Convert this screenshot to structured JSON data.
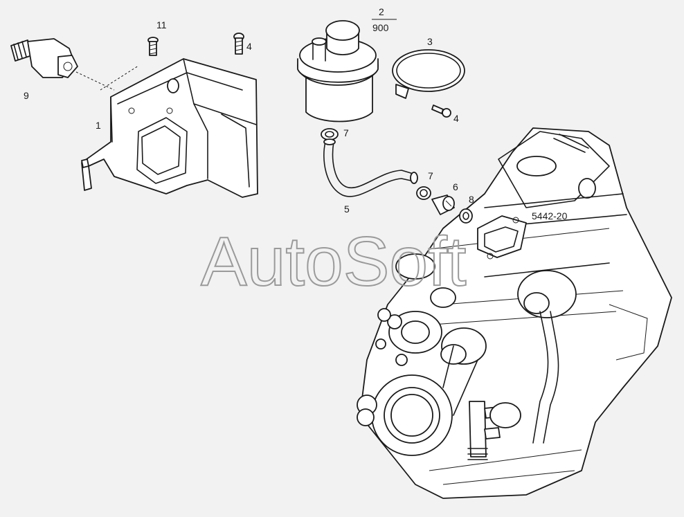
{
  "callouts": {
    "part_1": "1",
    "part_2": "2",
    "part_2_sub": "900",
    "part_3": "3",
    "part_4_a": "4",
    "part_4_b": "4",
    "part_5": "5",
    "part_6": "6",
    "part_7_a": "7",
    "part_7_b": "7",
    "part_8": "8",
    "part_9": "9",
    "part_11": "11",
    "group_code": "5442-20"
  },
  "watermark": "AutoSoft",
  "colors": {
    "background": "#f2f2f2",
    "ink": "#1a1a1a",
    "watermark": "#9a9a9a"
  }
}
